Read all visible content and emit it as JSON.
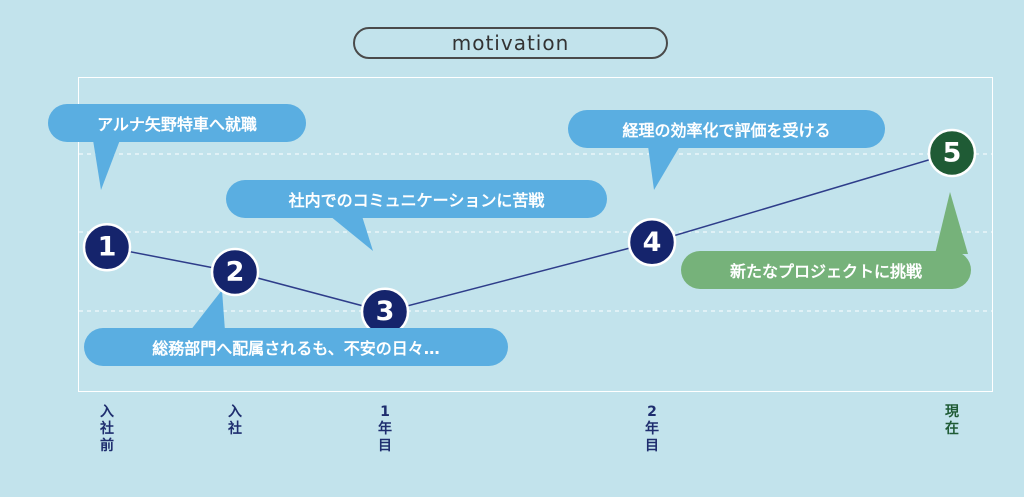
{
  "title": "motivation",
  "chart_data": {
    "type": "line",
    "x": [
      "入社前",
      "入社",
      "1年目",
      "2年目",
      "現在"
    ],
    "points": [
      {
        "label": "1",
        "x": "入社前",
        "y": 3.1,
        "annotation": "アルナ矢野特車へ就職"
      },
      {
        "label": "2",
        "x": "入社",
        "y": 2.6,
        "annotation": "総務部門へ配属されるも、不安の日々…"
      },
      {
        "label": "3",
        "x": "1年目",
        "y": 1.8,
        "annotation": "社内でのコミュニケーションに苦戦"
      },
      {
        "label": "4",
        "x": "2年目",
        "y": 3.2,
        "annotation": "経理の効率化で評価を受ける"
      },
      {
        "label": "5",
        "x": "現在",
        "y": 5.0,
        "annotation": "新たなプロジェクトに挑戦"
      }
    ],
    "grid": true,
    "colors": {
      "line": "#2e3d8a",
      "marker": "#15246c",
      "marker_current": "#1f5b35",
      "bubble": "#5aaee1",
      "bubble_current": "#76b27a",
      "background": "#c2e3ec",
      "grid": "#ffffff"
    }
  }
}
